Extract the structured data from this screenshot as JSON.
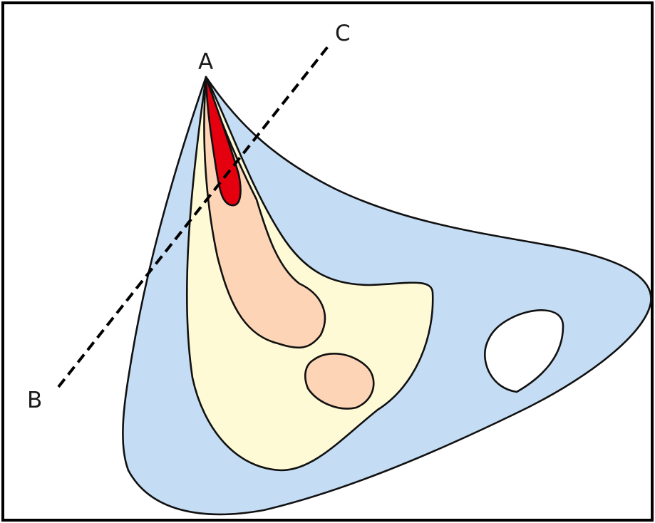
{
  "labels": {
    "a": "A",
    "b": "B",
    "c": "C"
  },
  "colors": {
    "outer_zone": "#c5ddf4",
    "middle_zone": "#fffad6",
    "inner_zone": "#fdd4b6",
    "core_zone": "#e5000f",
    "hole": "#ffffff",
    "outline": "#111111",
    "section_line": "#000000"
  }
}
